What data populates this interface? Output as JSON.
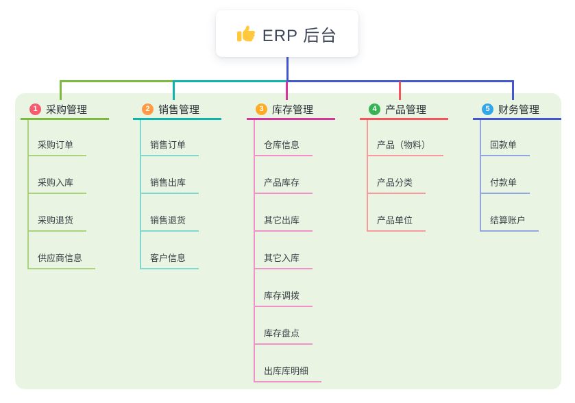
{
  "root": {
    "title": "ERP 后台",
    "icon": "thumbs-up-icon"
  },
  "branches": [
    {
      "badge": "1",
      "title": "采购管理",
      "line_color": "#7cb93f",
      "child_line_color": "#abd37d",
      "badge_color": "#f65b6e",
      "children": [
        "采购订单",
        "采购入库",
        "采购退货",
        "供应商信息"
      ]
    },
    {
      "badge": "2",
      "title": "销售管理",
      "line_color": "#0cb5ab",
      "child_line_color": "#7fd7d0",
      "badge_color": "#fd9a43",
      "children": [
        "销售订单",
        "销售出库",
        "销售退货",
        "客户信息"
      ]
    },
    {
      "badge": "3",
      "title": "库存管理",
      "line_color": "#d6359c",
      "child_line_color": "#f191c9",
      "badge_color": "#ffab23",
      "children": [
        "仓库信息",
        "产品库存",
        "其它出库",
        "其它入库",
        "库存调拨",
        "库存盘点",
        "出库库明细"
      ]
    },
    {
      "badge": "4",
      "title": "产品管理",
      "line_color": "#f6535d",
      "child_line_color": "#f9989d",
      "badge_color": "#37b354",
      "children": [
        "产品（物料）",
        "产品分类",
        "产品单位"
      ]
    },
    {
      "badge": "5",
      "title": "财务管理",
      "line_color": "#4356d0",
      "child_line_color": "#92a4e2",
      "badge_color": "#33a6ea",
      "children": [
        "回款单",
        "付款单",
        "结算账户"
      ]
    }
  ],
  "palette": {
    "panel_background": "#e9f5e2",
    "root_connector_color": "#4356d0",
    "root_card_background": "#ffffff",
    "root_title_color": "#3d4757",
    "thumb_icon_color": "#ffc83d"
  }
}
